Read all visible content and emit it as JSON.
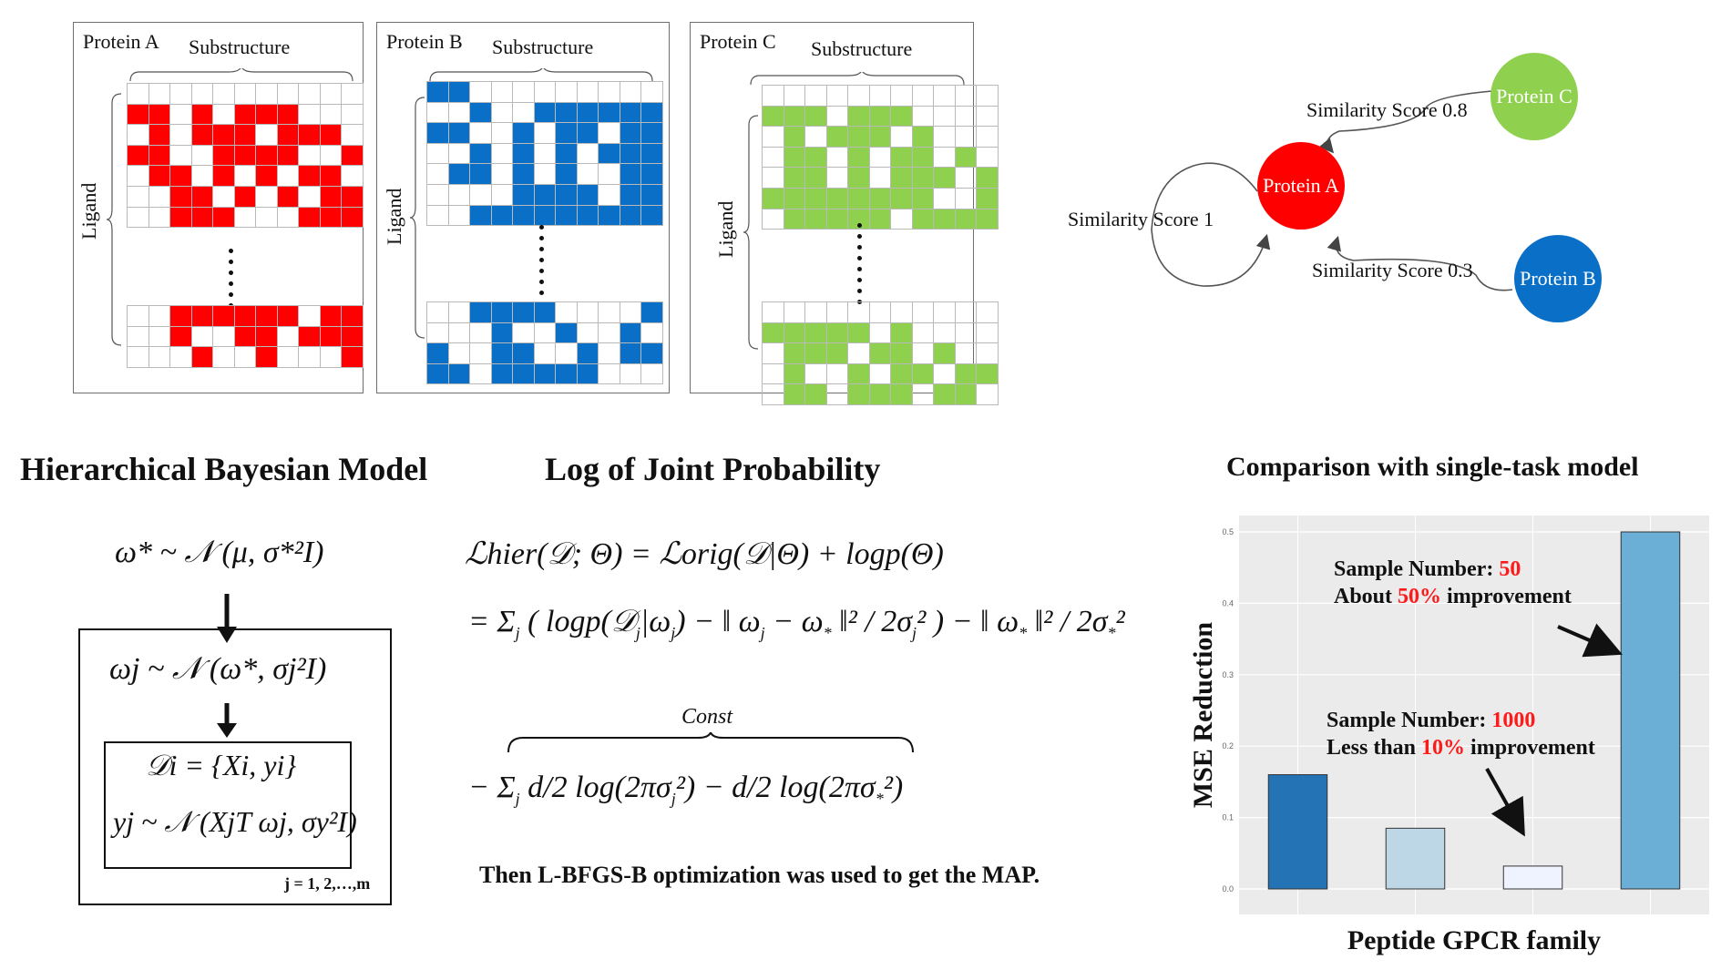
{
  "panels": [
    {
      "protein": "Protein A",
      "substructure": "Substructure",
      "ligand": "Ligand",
      "color": "#ff0000"
    },
    {
      "protein": "Protein B",
      "substructure": "Substructure",
      "ligand": "Ligand",
      "color": "#0a6fc6"
    },
    {
      "protein": "Protein C",
      "substructure": "Substructure",
      "ligand": "Ligand",
      "color": "#8fd14f"
    }
  ],
  "network": {
    "nodes": [
      {
        "label": "Protein A",
        "color": "#ff0000"
      },
      {
        "label": "Protein B",
        "color": "#0a6fc6"
      },
      {
        "label": "Protein C",
        "color": "#8fd14f"
      }
    ],
    "edges": [
      {
        "label": "Similarity Score 0.8"
      },
      {
        "label": "Similarity Score 1"
      },
      {
        "label": "Similarity Score 0.3"
      }
    ]
  },
  "model": {
    "title": "Hierarchical Bayesian Model",
    "prior_global": "ω* ~ 𝒩 (μ, σ*²I)",
    "prior_task": "ωj ~ 𝒩 (ω*, σj²I)",
    "data_def": "𝒟i = {Xi, yi}",
    "likelihood": "yj ~ 𝒩 (XjT ωj, σy²I)",
    "index_note": "j = 1, 2,…,m"
  },
  "joint": {
    "title": "Log of Joint Probability",
    "line1": "ℒhier(𝒟; Θ) = ℒorig(𝒟|Θ) + logp(Θ)",
    "const_label": "Const",
    "footer": "Then L-BFGS-B optimization was used to get the MAP."
  },
  "comparison": {
    "title": "Comparison with single-task model",
    "annotation1": {
      "l1_prefix": "Sample Number: ",
      "l1_value": "50",
      "l2_prefix": "About ",
      "l2_value": "50%",
      "l2_suffix": " improvement"
    },
    "annotation2": {
      "l1_prefix": "Sample Number: ",
      "l1_value": "1000",
      "l2_prefix": "Less than ",
      "l2_value": "10%",
      "l2_suffix": " improvement"
    }
  },
  "chart_data": {
    "type": "bar",
    "title": "Comparison with single-task model",
    "xlabel": "Peptide GPCR family",
    "ylabel": "MSE Reduction",
    "ylim": [
      0,
      0.5
    ],
    "yticks": [
      "0.0",
      "0.1",
      "0.2",
      "0.3",
      "0.4",
      "0.5"
    ],
    "values": [
      0.16,
      0.085,
      0.032,
      0.5
    ],
    "colors": [
      "#2473b5",
      "#bdd7e7",
      "#eff3ff",
      "#6baed6"
    ],
    "grid": true
  }
}
